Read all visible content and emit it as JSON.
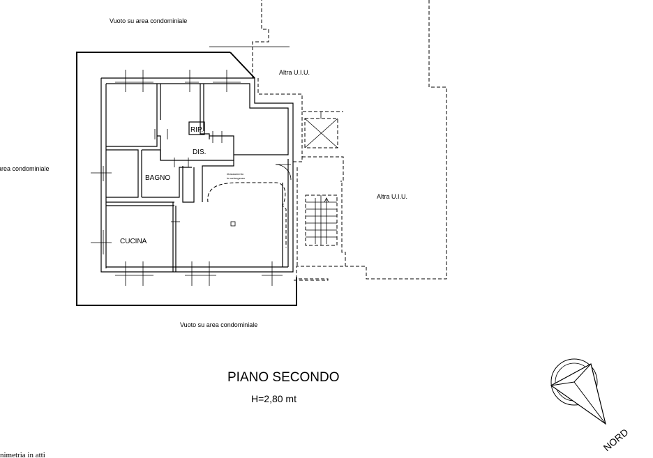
{
  "labels": {
    "top_void": "Vuoto su area condominiale",
    "left_void": "area condominiale",
    "bottom_void": "Vuoto su area condominiale",
    "other_unit_top": "Altra U.I.U.",
    "other_unit_right": "Altra U.I.U.",
    "rip": "RIP.",
    "dis": "DIS.",
    "bagno": "BAGNO",
    "cucina": "CUCINA",
    "note_line1": "ribassamento",
    "note_line2": "in cartongesso"
  },
  "title": {
    "floor": "PIANO SECONDO",
    "height": "H=2,80 mt"
  },
  "compass": {
    "label": "NORD"
  },
  "footer": {
    "caption": "nimetria in atti"
  }
}
